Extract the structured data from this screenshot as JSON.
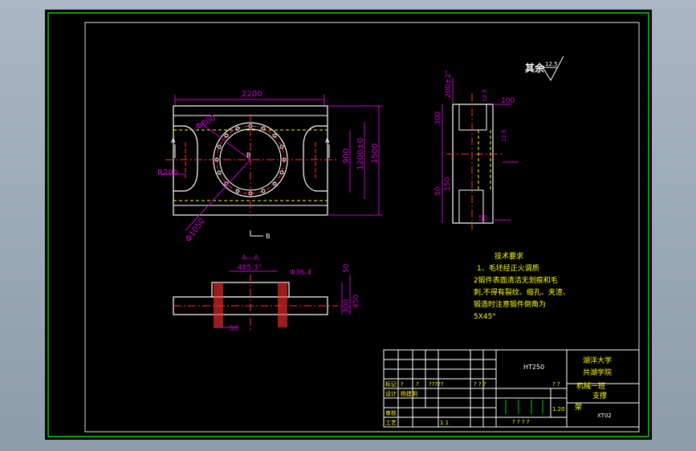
{
  "surface_finish": {
    "prefix": "其余",
    "value": "12.5"
  },
  "front_view": {
    "width": "2200",
    "diam_inner": "Φ800",
    "radius": "R200",
    "diam_outer": "Φ1050",
    "h900": "900",
    "h1200": "1200±0",
    "h1500": "1500",
    "sec_a": "A",
    "sec_b": "B"
  },
  "side_view": {
    "top": "200±2°",
    "d100": "100",
    "d300": "300",
    "ra1": "12.5",
    "ra2": "12.5",
    "d150": "150",
    "d50a": "50",
    "d50b": "50"
  },
  "section_view": {
    "title": "A—A",
    "d485": "485.3°",
    "d36": "Φ36.4",
    "d50a": "50",
    "d50b": "50",
    "d300": "300",
    "d450": "450"
  },
  "tech_req": {
    "title": "技术要求",
    "line1": "1、毛坯经正火调质",
    "line2": "2锻件表面清洁无划痕和毛",
    "line3": "刺,不得有裂纹、缩孔、夹渣、",
    "line4": "锻造时注意锻件倒角为",
    "line5": "5X45°"
  },
  "title_block": {
    "material": "HT250",
    "school_1": "湖洋大学",
    "school_2": "共湖学院",
    "drawing_name_1": "机械一班",
    "drawing_name_2": "支撑",
    "drawing_name_3": "架",
    "code": "XT02",
    "row_biaoji": "标记",
    "row_sheji": "设计",
    "row_shenhe": "审核",
    "row_gongyi": "工艺",
    "name_1": "杨建明",
    "q1": "?",
    "q2": "?",
    "q3": "?????",
    "q4": "? ? ?",
    "q5": "? ?",
    "scale": "1.20",
    "pager": "?   ?   ?   ?",
    "one_one": "1 1"
  }
}
